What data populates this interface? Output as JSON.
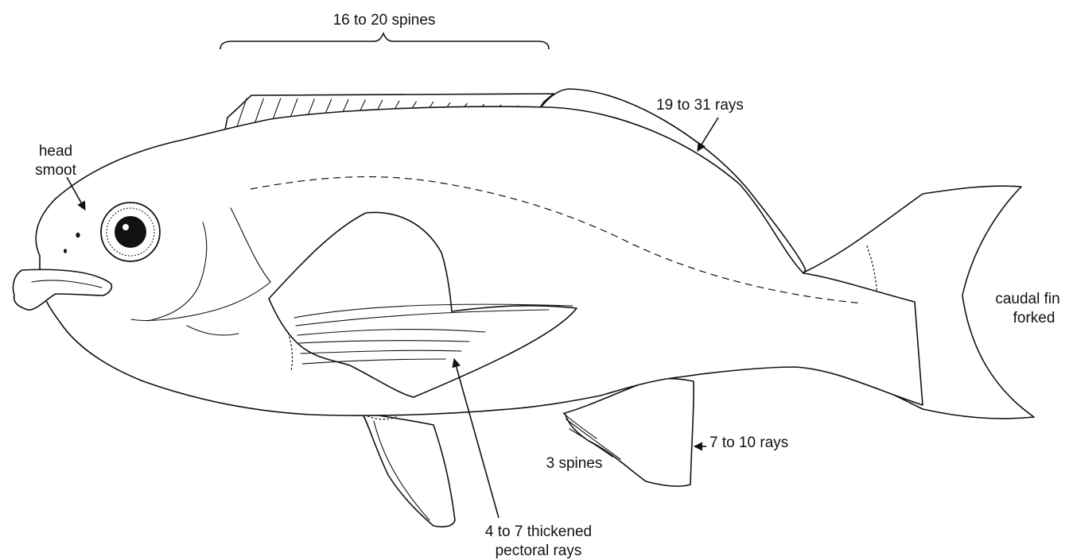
{
  "labels": {
    "dorsal_spines": "16 to 20 spines",
    "dorsal_rays": "19 to 31 rays",
    "head_line1": "head",
    "head_line2": "smoot",
    "caudal_line1": "caudal fin",
    "caudal_line2": "forked",
    "anal_rays": "7 to 10 rays",
    "anal_spines": "3 spines",
    "pectoral_line1": "4 to 7 thickened",
    "pectoral_line2": "pectoral rays"
  },
  "colors": {
    "ink": "#111111",
    "background": "#ffffff"
  }
}
